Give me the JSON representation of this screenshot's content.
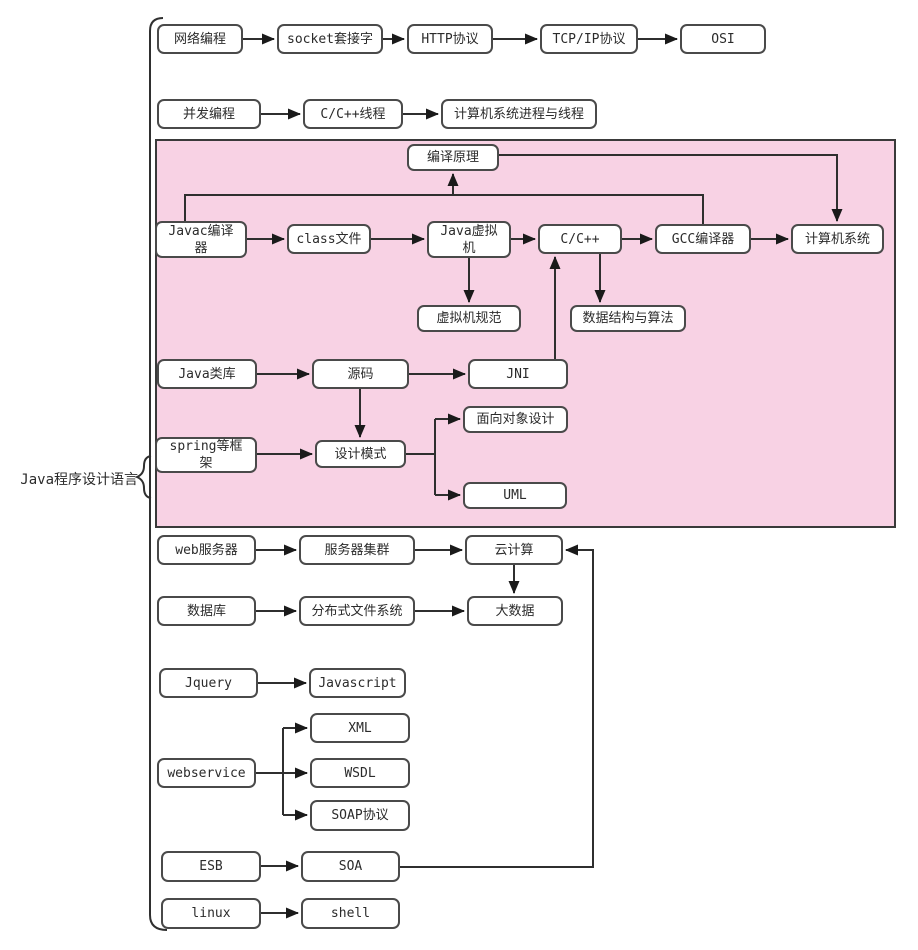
{
  "diagram": {
    "root_label": "Java程序设计语言",
    "type": "mindmap-flowchart",
    "highlight_region_color": "#f8d2e4",
    "box_border_color": "#4a4a4a",
    "line_color": "#2f2f2f"
  },
  "nodes": {
    "network_programming": {
      "label": "网络编程"
    },
    "socket": {
      "label": "socket套接字"
    },
    "http": {
      "label": "HTTP协议"
    },
    "tcpip": {
      "label": "TCP/IP协议"
    },
    "osi": {
      "label": "OSI"
    },
    "concurrency": {
      "label": "并发编程"
    },
    "cpp_thread": {
      "label": "C/C++线程"
    },
    "os_process_thread": {
      "label": "计算机系统进程与线程"
    },
    "compile_principle": {
      "label": "编译原理"
    },
    "javac": {
      "label": "Javac编译\n器"
    },
    "class_file": {
      "label": "class文件"
    },
    "jvm": {
      "label": "Java虚拟\n机"
    },
    "cpp": {
      "label": "C/C++"
    },
    "gcc": {
      "label": "GCC编译器"
    },
    "computer_system": {
      "label": "计算机系统"
    },
    "vm_spec": {
      "label": "虚拟机规范"
    },
    "dsa": {
      "label": "数据结构与算法"
    },
    "java_lib": {
      "label": "Java类库"
    },
    "source_code": {
      "label": "源码"
    },
    "jni": {
      "label": "JNI"
    },
    "ood": {
      "label": "面向对象设计"
    },
    "spring": {
      "label": "spring等框\n架"
    },
    "design_pattern": {
      "label": "设计模式"
    },
    "uml": {
      "label": "UML"
    },
    "web_server": {
      "label": "web服务器"
    },
    "server_cluster": {
      "label": "服务器集群"
    },
    "cloud": {
      "label": "云计算"
    },
    "database": {
      "label": "数据库"
    },
    "dfs": {
      "label": "分布式文件系统"
    },
    "bigdata": {
      "label": "大数据"
    },
    "jquery": {
      "label": "Jquery"
    },
    "javascript": {
      "label": "Javascript"
    },
    "xml": {
      "label": "XML"
    },
    "webservice": {
      "label": "webservice"
    },
    "wsdl": {
      "label": "WSDL"
    },
    "soap": {
      "label": "SOAP协议"
    },
    "esb": {
      "label": "ESB"
    },
    "soa": {
      "label": "SOA"
    },
    "linux": {
      "label": "linux"
    },
    "shell": {
      "label": "shell"
    }
  },
  "edges": [
    {
      "from": "network_programming",
      "to": "socket"
    },
    {
      "from": "socket",
      "to": "http"
    },
    {
      "from": "http",
      "to": "tcpip"
    },
    {
      "from": "tcpip",
      "to": "osi"
    },
    {
      "from": "concurrency",
      "to": "cpp_thread"
    },
    {
      "from": "cpp_thread",
      "to": "os_process_thread"
    },
    {
      "from": "javac",
      "to": "class_file"
    },
    {
      "from": "class_file",
      "to": "jvm"
    },
    {
      "from": "jvm",
      "to": "cpp"
    },
    {
      "from": "cpp",
      "to": "gcc"
    },
    {
      "from": "gcc",
      "to": "computer_system"
    },
    {
      "from": "javac",
      "to": "compile_principle"
    },
    {
      "from": "gcc",
      "to": "compile_principle"
    },
    {
      "from": "compile_principle",
      "to": "computer_system"
    },
    {
      "from": "jvm",
      "to": "vm_spec"
    },
    {
      "from": "jni",
      "to": "cpp"
    },
    {
      "from": "cpp",
      "to": "dsa"
    },
    {
      "from": "java_lib",
      "to": "source_code"
    },
    {
      "from": "source_code",
      "to": "jni"
    },
    {
      "from": "source_code",
      "to": "design_pattern"
    },
    {
      "from": "spring",
      "to": "design_pattern"
    },
    {
      "from": "design_pattern",
      "to": "ood"
    },
    {
      "from": "design_pattern",
      "to": "uml"
    },
    {
      "from": "web_server",
      "to": "server_cluster"
    },
    {
      "from": "server_cluster",
      "to": "cloud"
    },
    {
      "from": "soa",
      "to": "cloud"
    },
    {
      "from": "cloud",
      "to": "bigdata"
    },
    {
      "from": "database",
      "to": "dfs"
    },
    {
      "from": "dfs",
      "to": "bigdata"
    },
    {
      "from": "jquery",
      "to": "javascript"
    },
    {
      "from": "webservice",
      "to": "xml"
    },
    {
      "from": "webservice",
      "to": "wsdl"
    },
    {
      "from": "webservice",
      "to": "soap"
    },
    {
      "from": "esb",
      "to": "soa"
    },
    {
      "from": "linux",
      "to": "shell"
    }
  ]
}
